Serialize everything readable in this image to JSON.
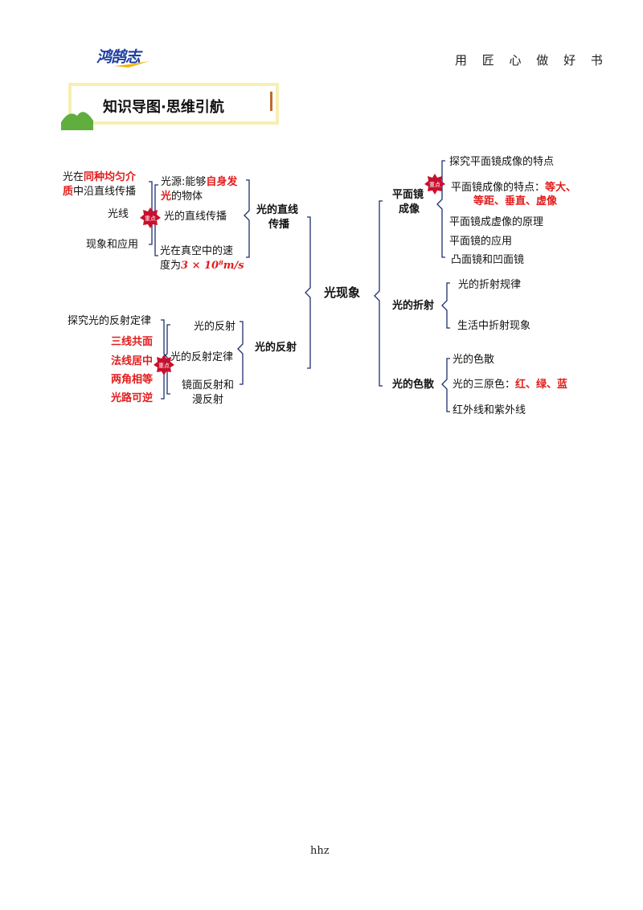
{
  "header": {
    "logo_text": "鸿鹄志",
    "slogan": "用 匠 心 做 好 书"
  },
  "banner": {
    "title": "知识导图·思维引航"
  },
  "center": {
    "label": "光现象"
  },
  "badge_label": "重点",
  "straight": {
    "label_1": "光的直线",
    "label_2": "传播",
    "source_1a": "光源:能够",
    "source_1b": "自身发",
    "source_2a": "光",
    "source_2b": "的物体",
    "rectilinear": "光的直线传播",
    "speed_1": "光在真空中的速",
    "speed_2a": "度为",
    "speed_2b": "3 × 10⁸m/s",
    "cond_1a": "光在",
    "cond_1b": "同种均匀介",
    "cond_2a": "质",
    "cond_2b": "中沿直线传播",
    "ray": "光线",
    "phenomena": "现象和应用"
  },
  "reflection": {
    "label": "光的反射",
    "item_1": "光的反射",
    "item_2": "光的反射定律",
    "item_3a": "镜面反射和",
    "item_3b": "漫反射",
    "explore": "探究光的反射定律",
    "law_1": "三线共面",
    "law_2": "法线居中",
    "law_3": "两角相等",
    "law_4": "光路可逆"
  },
  "mirror": {
    "label_1": "平面镜",
    "label_2": "成像",
    "item_1": "探究平面镜成像的特点",
    "item_2a": "平面镜成像的特点：",
    "item_2b": "等大、",
    "item_2c": "等距、垂直、虚像",
    "item_3": "平面镜成虚像的原理",
    "item_4": "平面镜的应用",
    "item_5": "凸面镜和凹面镜"
  },
  "refraction": {
    "label": "光的折射",
    "item_1": "光的折射规律",
    "item_2": "生活中折射现象"
  },
  "dispersion": {
    "label": "光的色散",
    "item_1": "光的色散",
    "item_2a": "光的三原色：",
    "item_2b": "红、绿、蓝",
    "item_3": "红外线和紫外线"
  },
  "footer": {
    "text": "hhz"
  },
  "colors": {
    "accent_red": "#e21d1d",
    "line_blue": "#1e2f6e",
    "badge_red": "#c8102e",
    "banner_yellow": "#f7efb2",
    "hill_green": "#5fae3e"
  }
}
